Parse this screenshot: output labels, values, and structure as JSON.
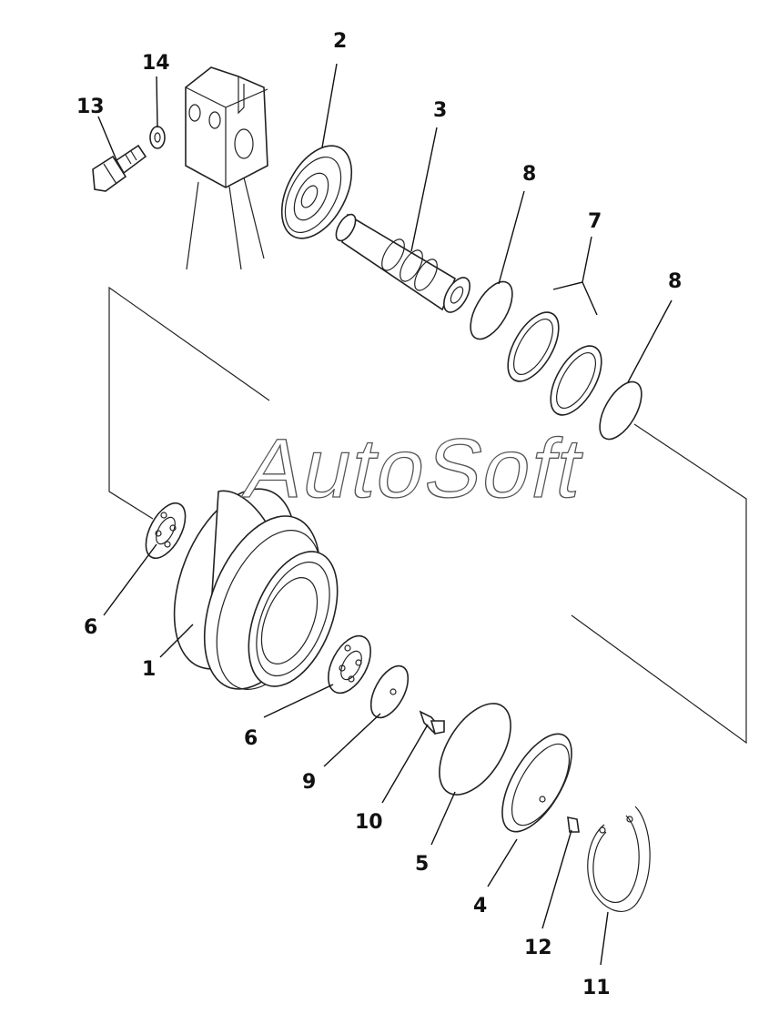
{
  "watermark": "AutoSoft",
  "callouts": {
    "c1": "1",
    "c2": "2",
    "c3": "3",
    "c4": "4",
    "c5": "5",
    "c6a": "6",
    "c6b": "6",
    "c7": "7",
    "c8a": "8",
    "c8b": "8",
    "c9": "9",
    "c10": "10",
    "c11": "11",
    "c12": "12",
    "c13": "13",
    "c14": "14"
  }
}
